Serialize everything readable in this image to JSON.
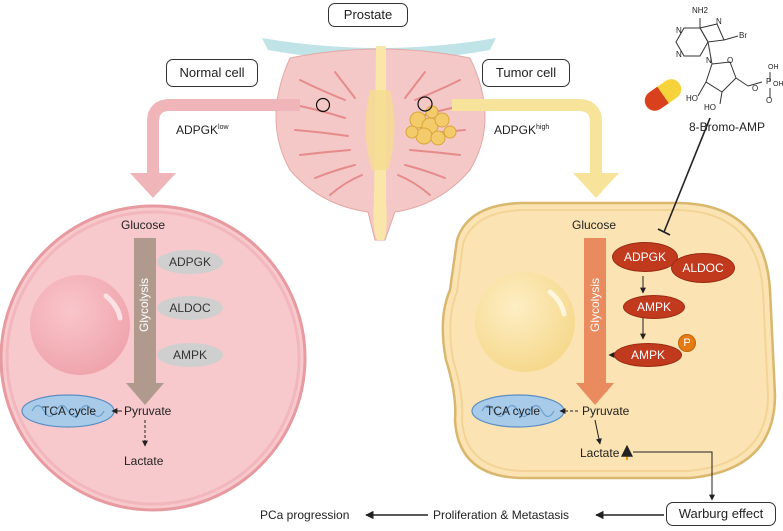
{
  "top": {
    "prostate": "Prostate",
    "normal_cell": "Normal cell",
    "tumor_cell": "Tumor cell"
  },
  "left_branch": {
    "label": "ADPGK",
    "sup": "low"
  },
  "right_branch": {
    "label": "ADPGK",
    "sup": "high"
  },
  "drug": {
    "name": "8-Bromo-AMP",
    "atoms": {
      "nh2": "NH2",
      "br": "Br",
      "n1": "N",
      "n2": "N",
      "n3": "N",
      "n4": "N",
      "o1": "O",
      "o2": "O",
      "ho1": "HO",
      "ho2": "HO",
      "oh1": "OH",
      "oh2": "OH",
      "p": "P",
      "o_dbl": "O"
    }
  },
  "normal": {
    "glucose": "Glucose",
    "glycolysis": "Glycolysis",
    "enzymes": [
      "ADPGK",
      "ALDOC",
      "AMPK"
    ],
    "tca": "TCA cycle",
    "pyruvate": "Pyruvate",
    "lactate": "Lactate"
  },
  "tumor": {
    "glucose": "Glucose",
    "glycolysis": "Glycolysis",
    "adpgk": "ADPGK",
    "aldoc": "ALDOC",
    "ampk1": "AMPK",
    "ampk2": "AMPK",
    "p": "P",
    "tca": "TCA cycle",
    "pyruvate": "Pyruvate",
    "lactate": "Lactate"
  },
  "bottom": {
    "warburg": "Warburg effect",
    "prolif": "Proliferation & Metastasis",
    "pca": "PCa progression"
  },
  "colors": {
    "pink_cell": "#f7c9cc",
    "pink_border": "#e79aa0",
    "yellow_cell": "#fbe3b3",
    "yellow_border": "#d9b76d",
    "enzyme_red": "#c13a1e",
    "glycolysis_brown": "#b09a8e",
    "glycolysis_orange": "#e98a5f"
  }
}
